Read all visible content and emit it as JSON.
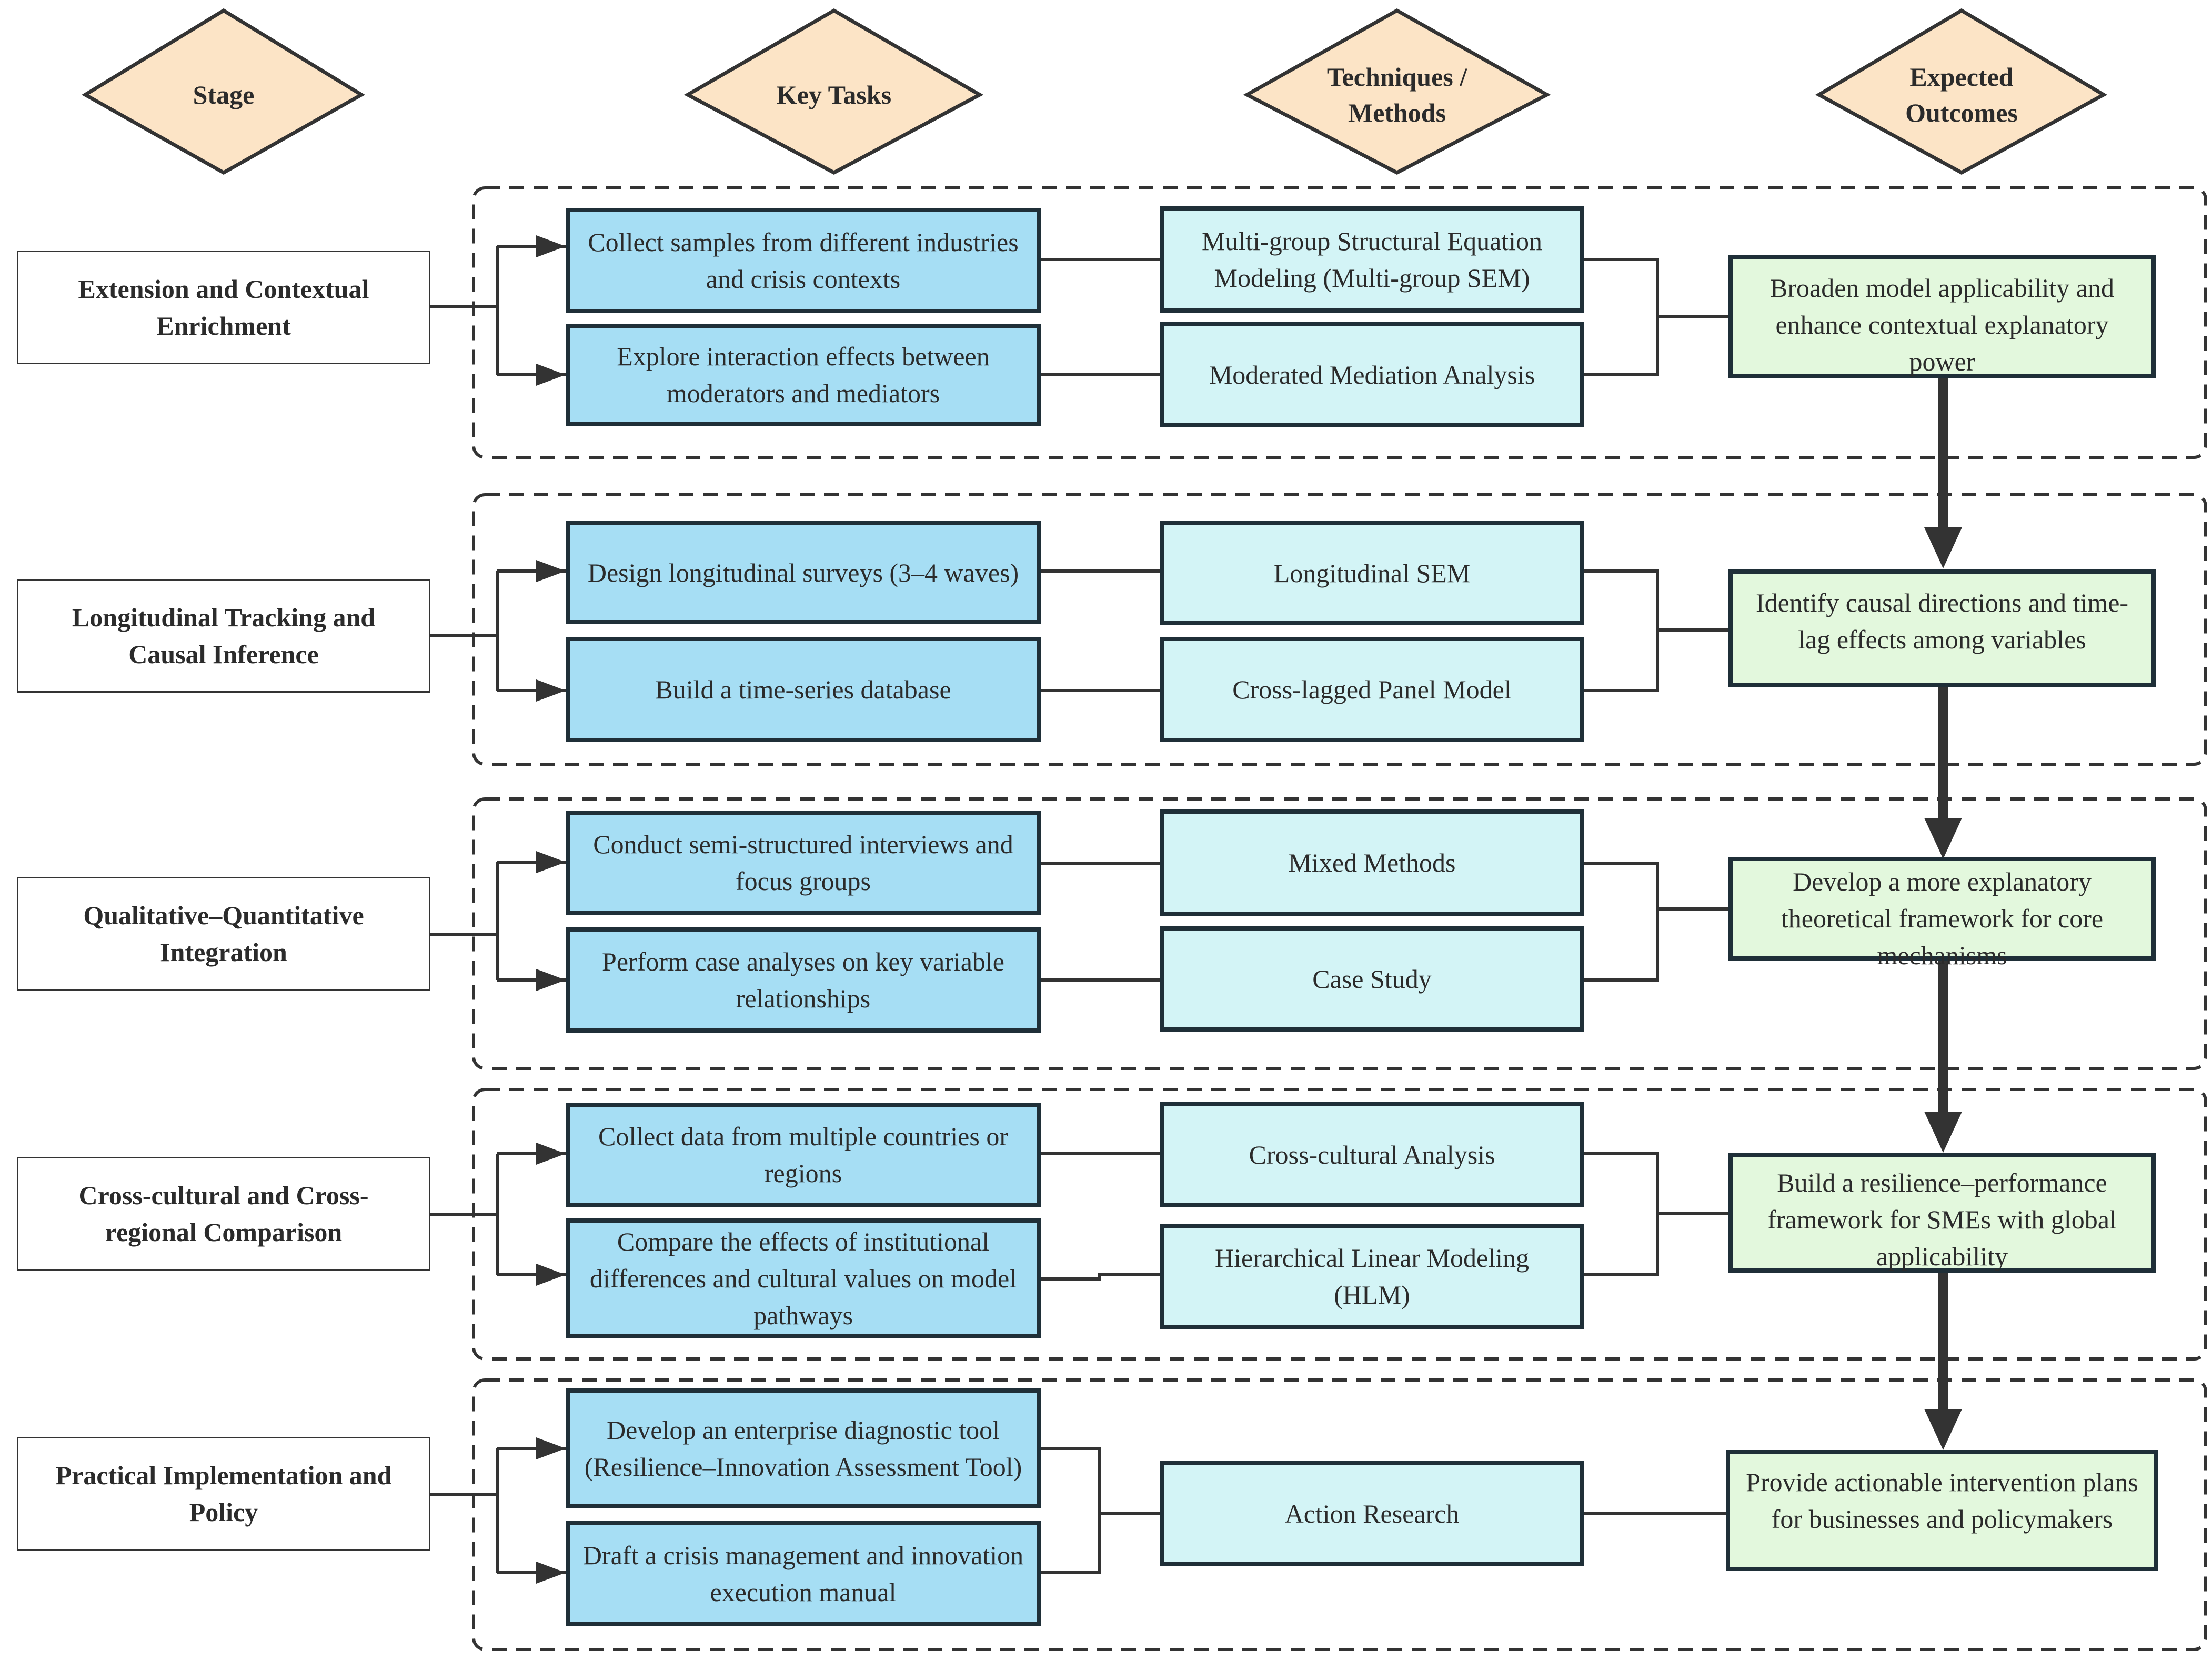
{
  "headers": {
    "stage": "Stage",
    "key_tasks": "Key Tasks",
    "techniques": "Techniques / Methods",
    "outcomes": "Expected Outcomes"
  },
  "colors": {
    "header_fill": "#fce4c6",
    "task_fill": "#a6def4",
    "technique_fill": "#d3f4f6",
    "outcome_fill": "#e3f8dd",
    "border": "#1f2f38"
  },
  "stages": [
    {
      "name": "Extension and Contextual Enrichment",
      "tasks": [
        "Collect samples from different industries and crisis contexts",
        "Explore interaction effects between moderators and mediators"
      ],
      "techniques": [
        "Multi-group Structural Equation Modeling (Multi-group SEM)",
        "Moderated Mediation Analysis"
      ],
      "outcome": "Broaden model applicability and enhance contextual explanatory power"
    },
    {
      "name": "Longitudinal Tracking and Causal Inference",
      "tasks": [
        "Design longitudinal surveys (3–4 waves)",
        "Build a time-series database"
      ],
      "techniques": [
        "Longitudinal SEM",
        "Cross-lagged Panel Model"
      ],
      "outcome": "Identify causal directions and time-lag effects among variables"
    },
    {
      "name": "Qualitative–Quantitative Integration",
      "tasks": [
        "Conduct semi-structured interviews and focus groups",
        "Perform case analyses on key variable relationships"
      ],
      "techniques": [
        "Mixed Methods",
        "Case Study"
      ],
      "outcome": "Develop a more explanatory theoretical framework for core mechanisms"
    },
    {
      "name": "Cross-cultural and Cross-regional Comparison",
      "tasks": [
        "Collect data from multiple countries or regions",
        "Compare the effects of institutional differences and cultural values on model pathways"
      ],
      "techniques": [
        "Cross-cultural Analysis",
        "Hierarchical Linear Modeling (HLM)"
      ],
      "outcome": "Build a resilience–performance framework for SMEs with global applicability"
    },
    {
      "name": "Practical Implementation and Policy",
      "tasks": [
        "Develop an enterprise diagnostic tool (Resilience–Innovation Assessment Tool)",
        "Draft a crisis management and innovation execution manual"
      ],
      "techniques": [
        "Action Research"
      ],
      "outcome": "Provide actionable intervention plans for businesses and policymakers"
    }
  ]
}
